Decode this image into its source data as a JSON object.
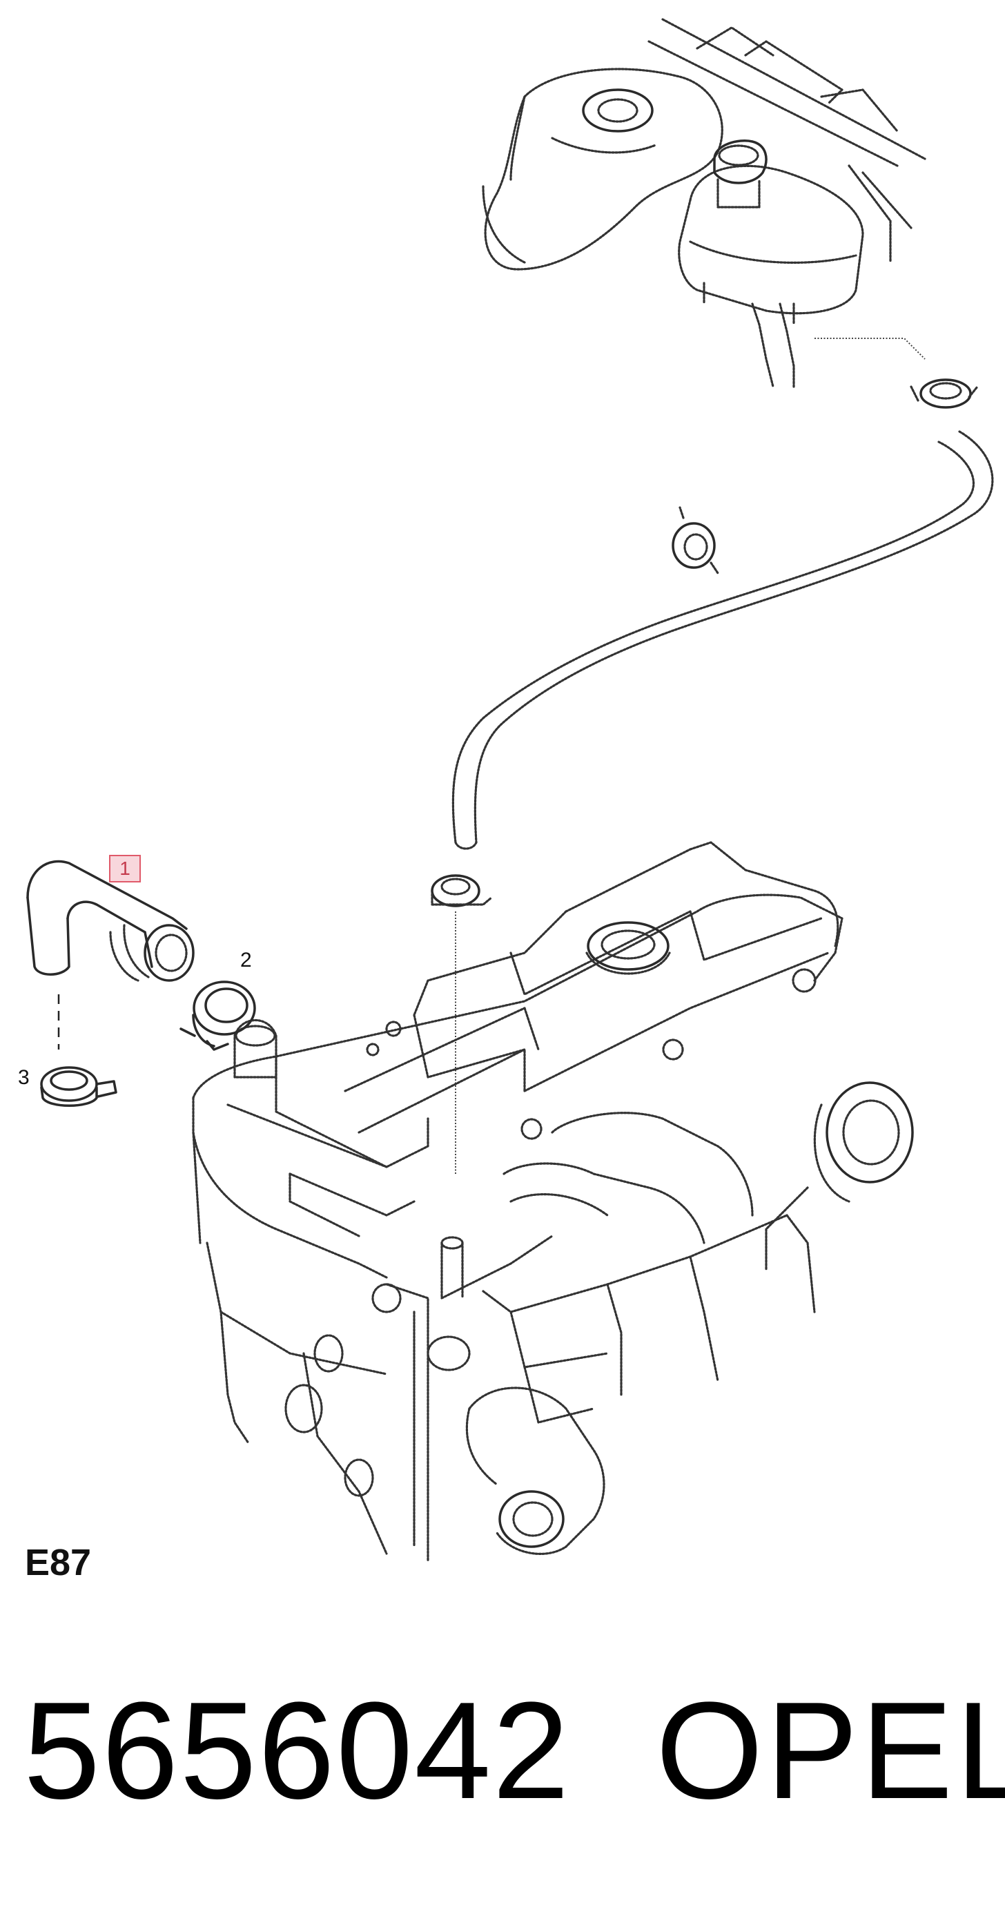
{
  "diagram": {
    "callouts": [
      {
        "number": "1",
        "highlighted": true,
        "highlight_color": "#f8d7dc"
      },
      {
        "number": "2",
        "highlighted": false
      },
      {
        "number": "3",
        "highlighted": false
      }
    ],
    "figure_code": "E87"
  },
  "caption": {
    "part_number": "5656042",
    "brand": "OPEL"
  }
}
